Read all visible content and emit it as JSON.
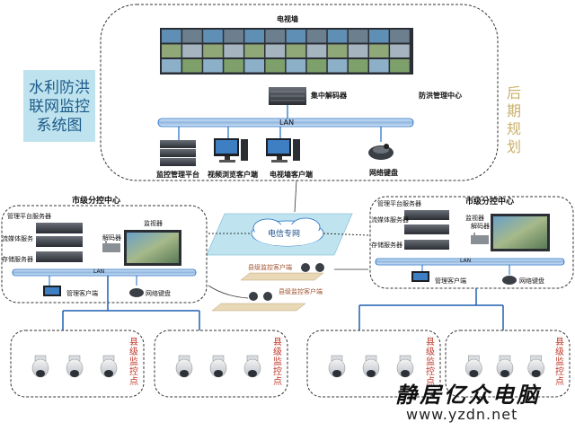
{
  "title": {
    "lines": [
      "水利防洪",
      "联网监控",
      "系统图"
    ]
  },
  "side_note": {
    "chars": [
      "后",
      "期",
      "规",
      "划"
    ]
  },
  "central": {
    "wall_label": "电视墙",
    "decoder_label": "集中解码器",
    "center_label": "防洪管理中心",
    "lan_label": "LAN",
    "nodes": [
      "监控管理平台",
      "视频浏览客户端",
      "电视墙客户端",
      "网络键盘"
    ]
  },
  "network": {
    "label": "电信专网"
  },
  "county_links": [
    "县级监控客户端",
    "县级监控客户端"
  ],
  "left_center": {
    "title": "市级分控中心",
    "servers": [
      "管理平台服务器",
      "流媒体服务",
      "存储服务器"
    ],
    "decoder": "解码器",
    "monitor": "监视器",
    "lan_label": "LAN",
    "client": "管理客户端",
    "keyboard": "网络键盘"
  },
  "right_center": {
    "title": "市级分控中心",
    "servers": [
      "管理平台服务器",
      "流媒体服务器",
      "存储服务器"
    ],
    "decoder": "解码器",
    "monitor": "监视器",
    "lan_label": "LAN",
    "client": "管理客户端",
    "keyboard": "网络键盘"
  },
  "county_points": {
    "label_chars": [
      "县",
      "级",
      "监",
      "控",
      "点"
    ],
    "count": 4
  },
  "watermark": {
    "brand": "静居亿众电脑",
    "url": "www.yzdn.net"
  },
  "colors": {
    "accent": "#1f5fb0",
    "lan": "#1d6bc2",
    "title_bg": "#bfe3ee",
    "county_text": "#c0392b",
    "side_note": "#c9b06a"
  }
}
